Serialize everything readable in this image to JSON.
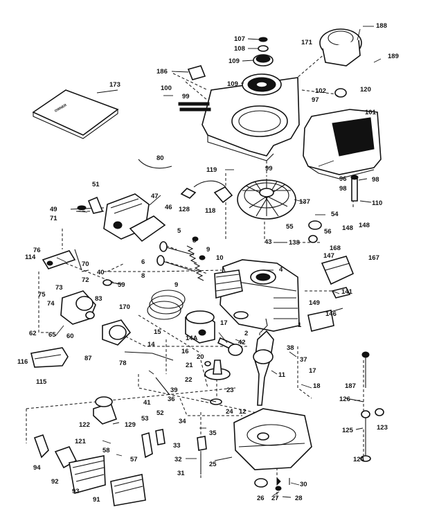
{
  "diagram": {
    "labels": {
      "p188a": "188",
      "p171": "171",
      "p189": "189",
      "p107": "107",
      "p108": "108",
      "p109": "109",
      "p186": "186",
      "p173": "173",
      "p100": "100",
      "p99": "99",
      "p102": "102",
      "p97": "97",
      "p101": "101",
      "p120": "120",
      "p80": "80",
      "p119": "119",
      "p98a": "98",
      "p98b": "98",
      "p96": "96",
      "p51": "51",
      "p47": "47",
      "p46": "46",
      "p49": "49",
      "p71": "71",
      "p128": "128",
      "p118": "118",
      "p137": "137",
      "p110": "110",
      "p54": "54",
      "p55": "55",
      "p56": "56",
      "p5": "5",
      "p8": "8",
      "p9": "9",
      "p43": "43",
      "p138": "138",
      "p148a": "148",
      "p148b": "148",
      "p76": "76",
      "p114": "114",
      "p70": "70",
      "p6": "6",
      "p10": "10",
      "p4": "4",
      "p168": "168",
      "p147": "147",
      "p167": "167",
      "p40": "40",
      "p72": "72",
      "p73": "73",
      "p75": "75",
      "p74": "74",
      "p59": "59",
      "p141": "141",
      "p149": "149",
      "p146": "146",
      "p83": "83",
      "p170": "170",
      "p62": "62",
      "p65": "65",
      "p60": "60",
      "p15": "15",
      "p14": "14",
      "p14a": "14A",
      "p16": "16",
      "p17a": "17",
      "p42": "42",
      "p2": "2",
      "p1": "1",
      "p20": "20",
      "p21": "21",
      "p22": "22",
      "p87": "87",
      "p78": "78",
      "p38": "38",
      "p37": "37",
      "p11": "11",
      "p17b": "17",
      "p18": "18",
      "p116": "116",
      "p115": "115",
      "p39": "39",
      "p41": "41",
      "p36": "36",
      "p23": "23",
      "p187": "187",
      "p126": "126",
      "p122": "122",
      "p129": "129",
      "p53": "53",
      "p52": "52",
      "p34": "34",
      "p35": "35",
      "p24": "24",
      "p12": "12",
      "p121": "121",
      "p58": "58",
      "p57": "57",
      "p33": "33",
      "p125": "125",
      "p123": "123",
      "p94": "94",
      "p32": "32",
      "p25": "25",
      "p124": "124",
      "p31": "31",
      "p92": "92",
      "p93": "93",
      "p91": "91",
      "p26": "26",
      "p27": "27",
      "p30": "30",
      "p28": "28"
    }
  }
}
